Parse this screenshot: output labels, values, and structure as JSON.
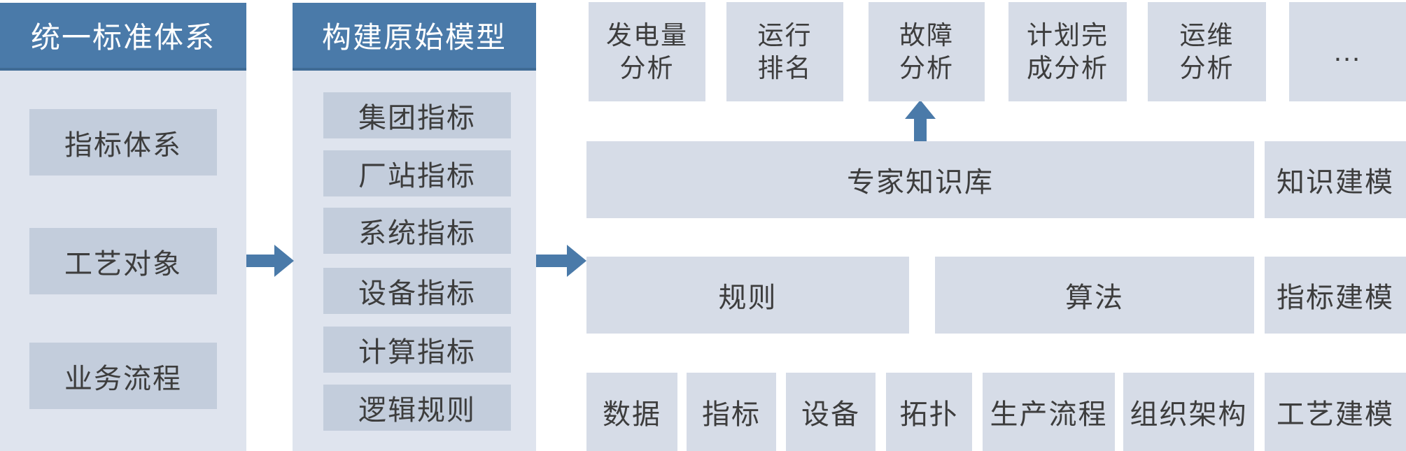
{
  "diagram": {
    "columns": [
      {
        "title": "统一标准体系",
        "items": [
          "指标体系",
          "工艺对象",
          "业务流程"
        ]
      },
      {
        "title": "构建原始模型",
        "items": [
          "集团指标",
          "厂站指标",
          "系统指标",
          "设备指标",
          "计算指标",
          "逻辑规则"
        ]
      }
    ],
    "analysis_row": [
      "发电量\n分析",
      "运行\n排名",
      "故障\n分析",
      "计划完\n成分析",
      "运维\n分析",
      "..."
    ],
    "knowledge_row": {
      "main": "专家知识库",
      "side": "知识建模"
    },
    "middle_row": {
      "rules": "规则",
      "algorithms": "算法",
      "side": "指标建模"
    },
    "bottom_row": {
      "items": [
        "数据",
        "指标",
        "设备",
        "拓扑",
        "生产流程",
        "组织架构"
      ],
      "side": "工艺建模"
    },
    "icons": {
      "arrow_right_1": "right-arrow",
      "arrow_right_2": "right-arrow",
      "arrow_up": "up-arrow"
    },
    "colors": {
      "accent_blue": "#4a7aa9",
      "accent_blue_dark": "#3f6b95",
      "column_bg": "#dfe4ee",
      "column_item_bg": "#c3cddc",
      "box_bg": "#d6dce7",
      "text": "#3d3d3d",
      "header_text": "#ffffff"
    }
  }
}
